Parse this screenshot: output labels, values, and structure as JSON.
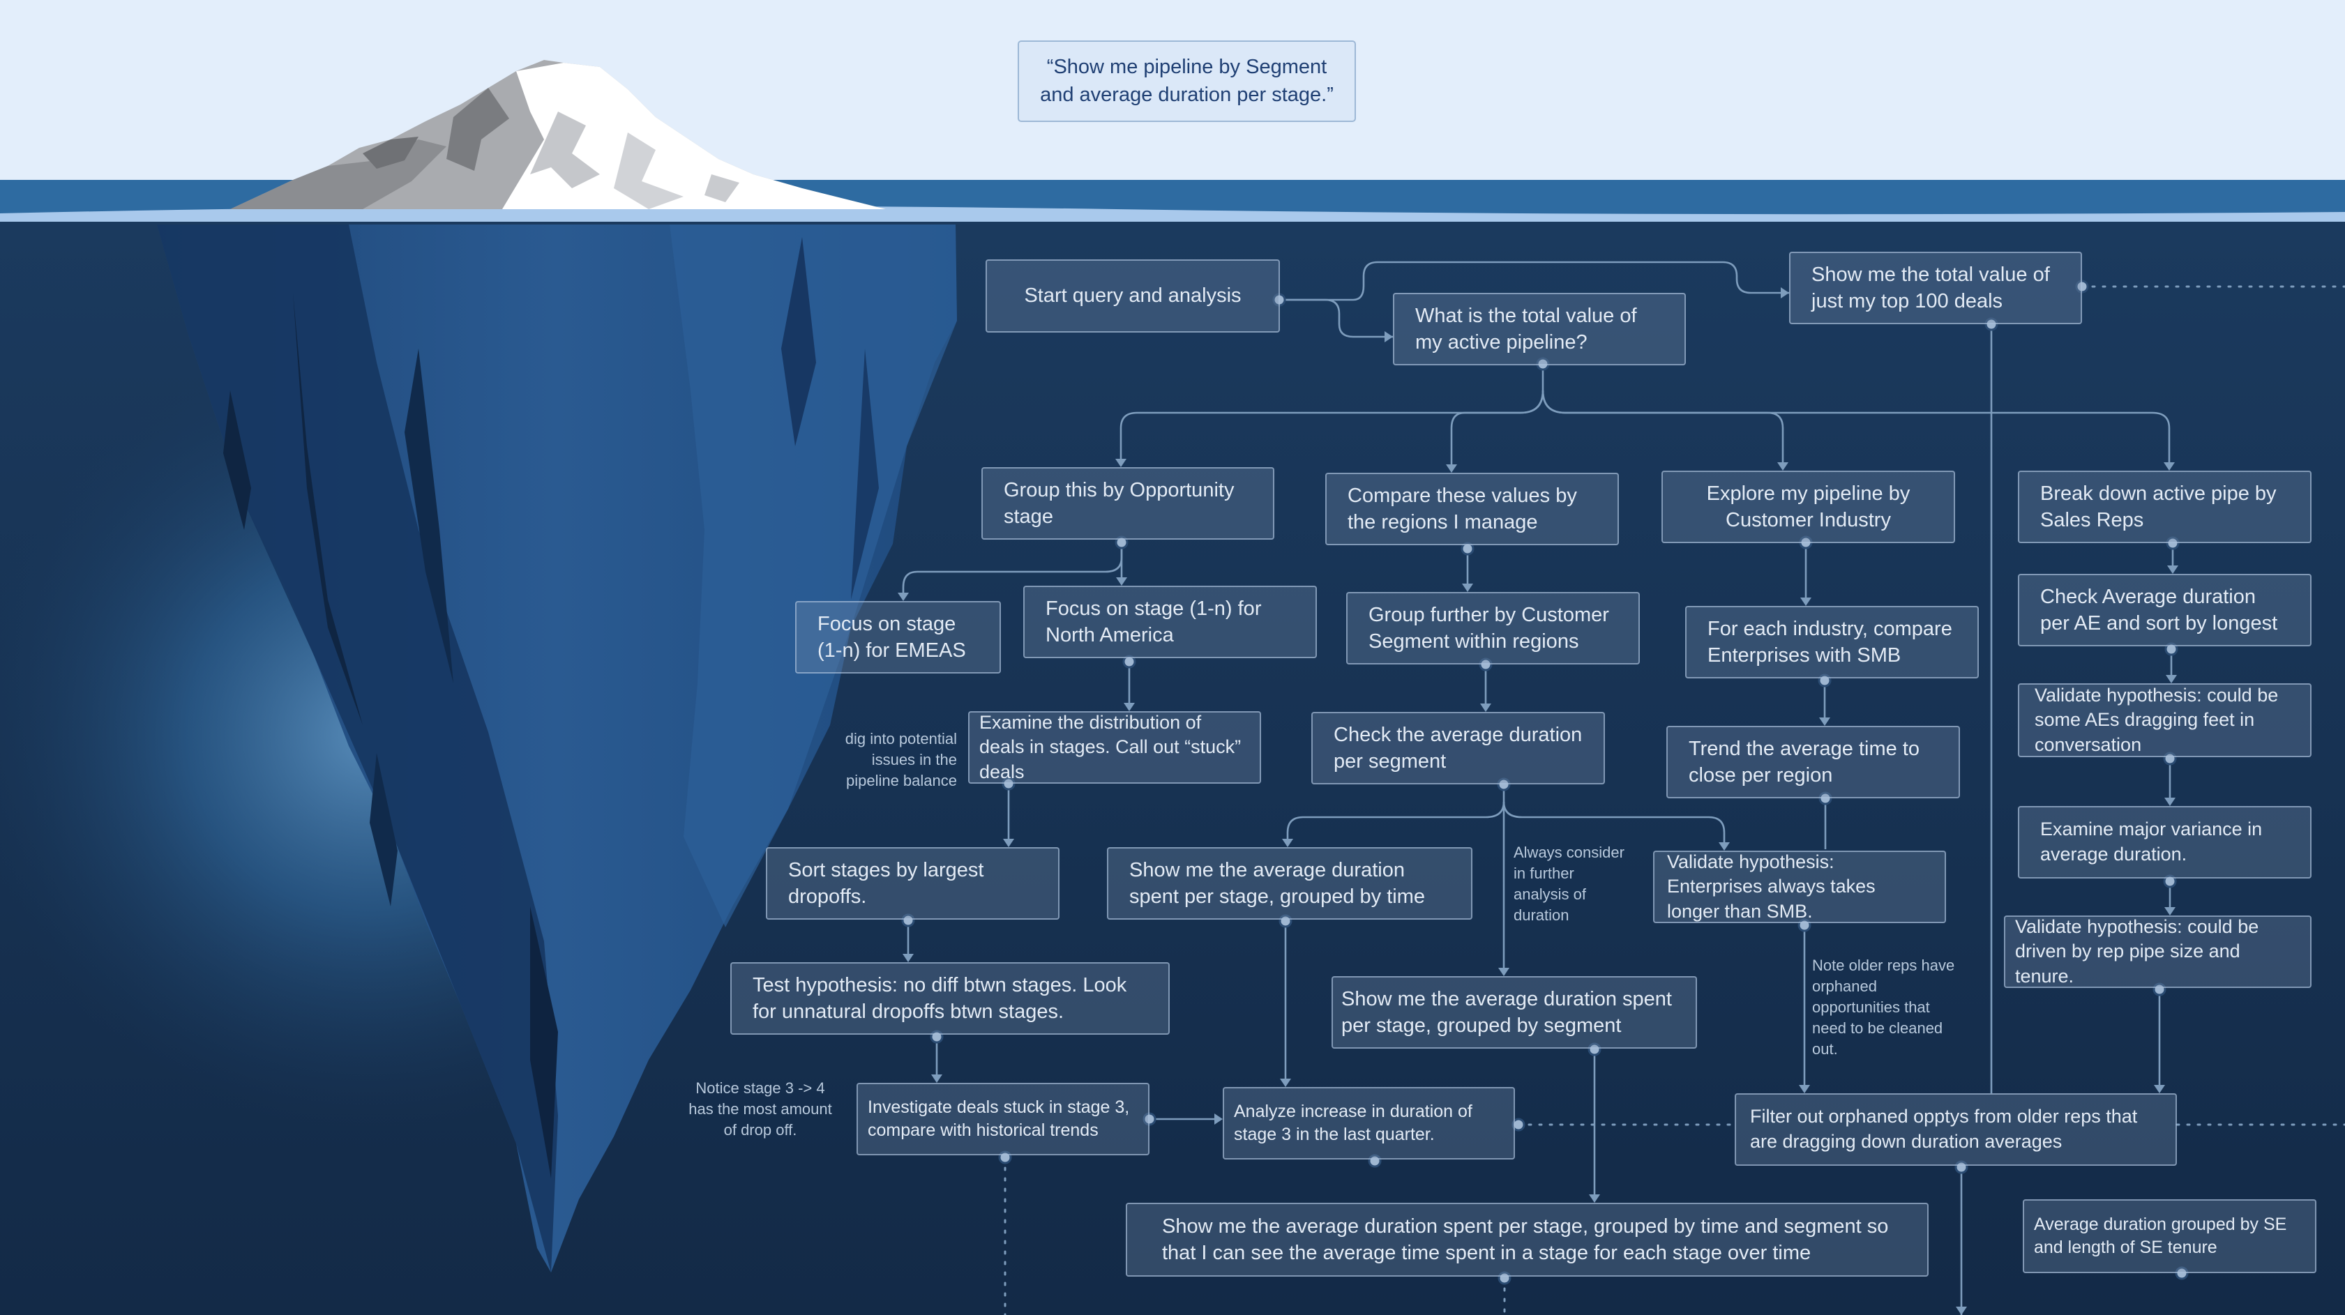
{
  "prompt": "“Show me pipeline by Segment and average duration per stage.”",
  "colors": {
    "sky": "#e3eefb",
    "surface_water": "#2d6aa0",
    "deep_water": "#15304f",
    "box_border": "#b0c6e0",
    "connector": "#7e9dbd",
    "prompt_text": "#1f3f73"
  },
  "nodes": {
    "start": "Start query and analysis",
    "total_value": "What is the total value of my active pipeline?",
    "top100": "Show me the total value of just my top 100 deals",
    "group_opp_stage": "Group this by Opportunity stage",
    "compare_regions": "Compare these values by the regions I manage",
    "explore_industry": "Explore my pipeline by Customer Industry",
    "break_sales_reps": "Break down active pipe by Sales Reps",
    "focus_emeas": "Focus on stage (1-n) for EMEAS",
    "focus_na": "Focus on stage (1-n) for North America",
    "group_customer_segment": "Group further by Customer Segment within regions",
    "compare_ent_smb": "For each industry, compare Enterprises with SMB",
    "check_avg_per_ae": "Check Average duration per AE and sort by longest",
    "examine_distribution": "Examine the distribution of deals in stages. Call out “stuck” deals",
    "check_avg_duration_segment": "Check the average duration per segment",
    "trend_close_region": "Trend the average time to close per region",
    "validate_aes": "Validate hypothesis: could be some AEs dragging feet in conversation",
    "sort_dropoffs": "Sort stages by largest dropoffs.",
    "duration_by_time": "Show me the average duration spent per stage, grouped by time",
    "validate_enterprises": "Validate hypothesis: Enterprises always takes longer than SMB.",
    "examine_variance": "Examine major variance in average duration.",
    "validate_rep_pipe": "Validate hypothesis: could be driven by rep pipe size and tenure.",
    "test_hypothesis": "Test hypothesis: no diff btwn stages. Look for unnatural dropoffs btwn stages.",
    "duration_by_segment": "Show me the average duration spent per stage, grouped by segment",
    "investigate_stage3": "Investigate deals stuck in stage 3, compare with historical trends",
    "analyze_stage3": "Analyze increase in duration of stage 3 in the last quarter.",
    "filter_orphaned": "Filter out orphaned opptys from older reps that are dragging down duration averages",
    "duration_time_segment": "Show me the average duration spent per stage, grouped by time and segment so that I can see the average time spent in a stage for each stage over time",
    "avg_by_se_tenure": "Average duration grouped by SE and length of SE tenure"
  },
  "notes": {
    "dig_into": "dig into potential issues in the pipeline balance",
    "always_consider": "Always consider in further analysis of duration",
    "notice_stage": "Notice stage 3 -> 4 has the most amount of drop off.",
    "older_reps": "Note older reps have orphaned opportunities that need to be cleaned out."
  }
}
